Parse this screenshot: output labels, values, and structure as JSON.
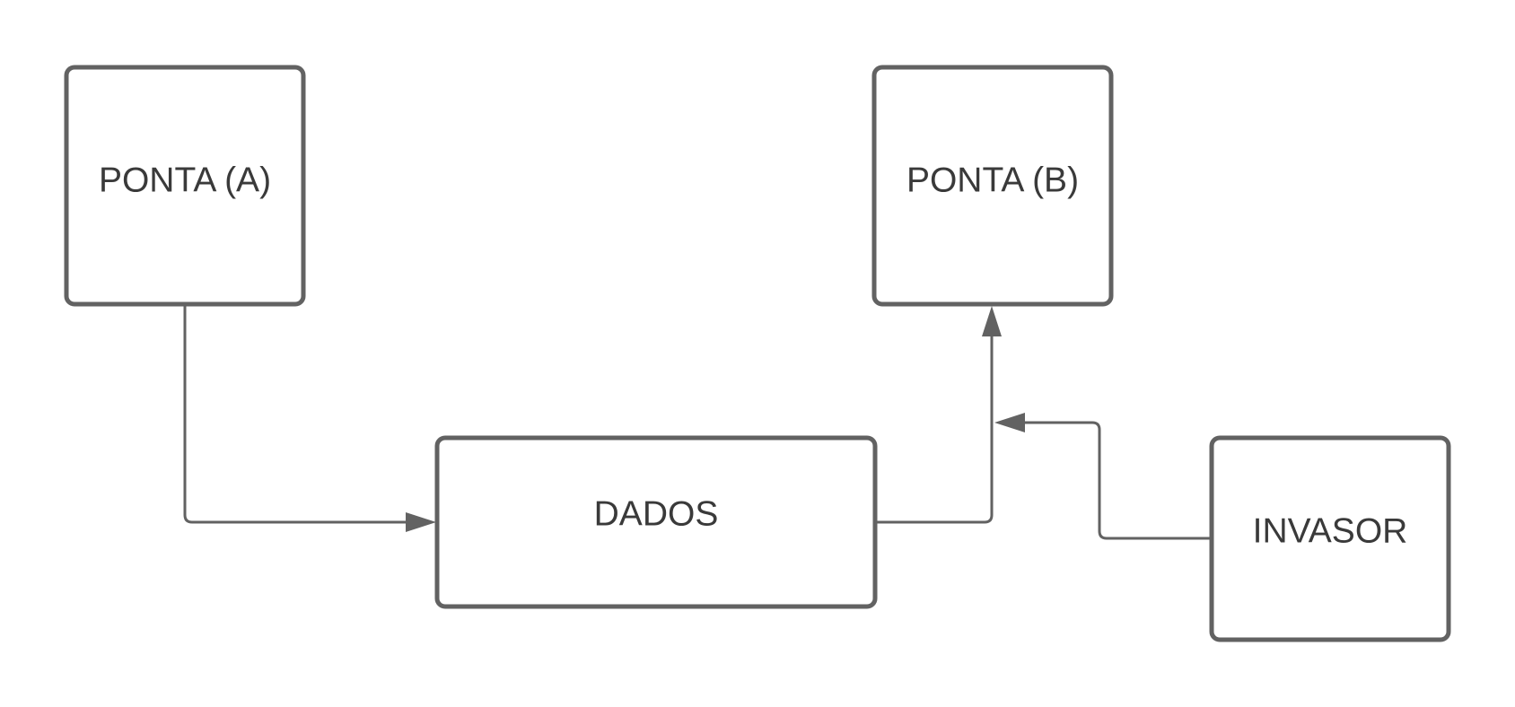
{
  "nodes": {
    "ponta_a": {
      "label": "PONTA (A)"
    },
    "ponta_b": {
      "label": "PONTA (B)"
    },
    "dados": {
      "label": "DADOS"
    },
    "invasor": {
      "label": "INVASOR"
    }
  },
  "colors": {
    "stroke": "#626262",
    "text": "#3a3a3a",
    "background": "#ffffff"
  }
}
